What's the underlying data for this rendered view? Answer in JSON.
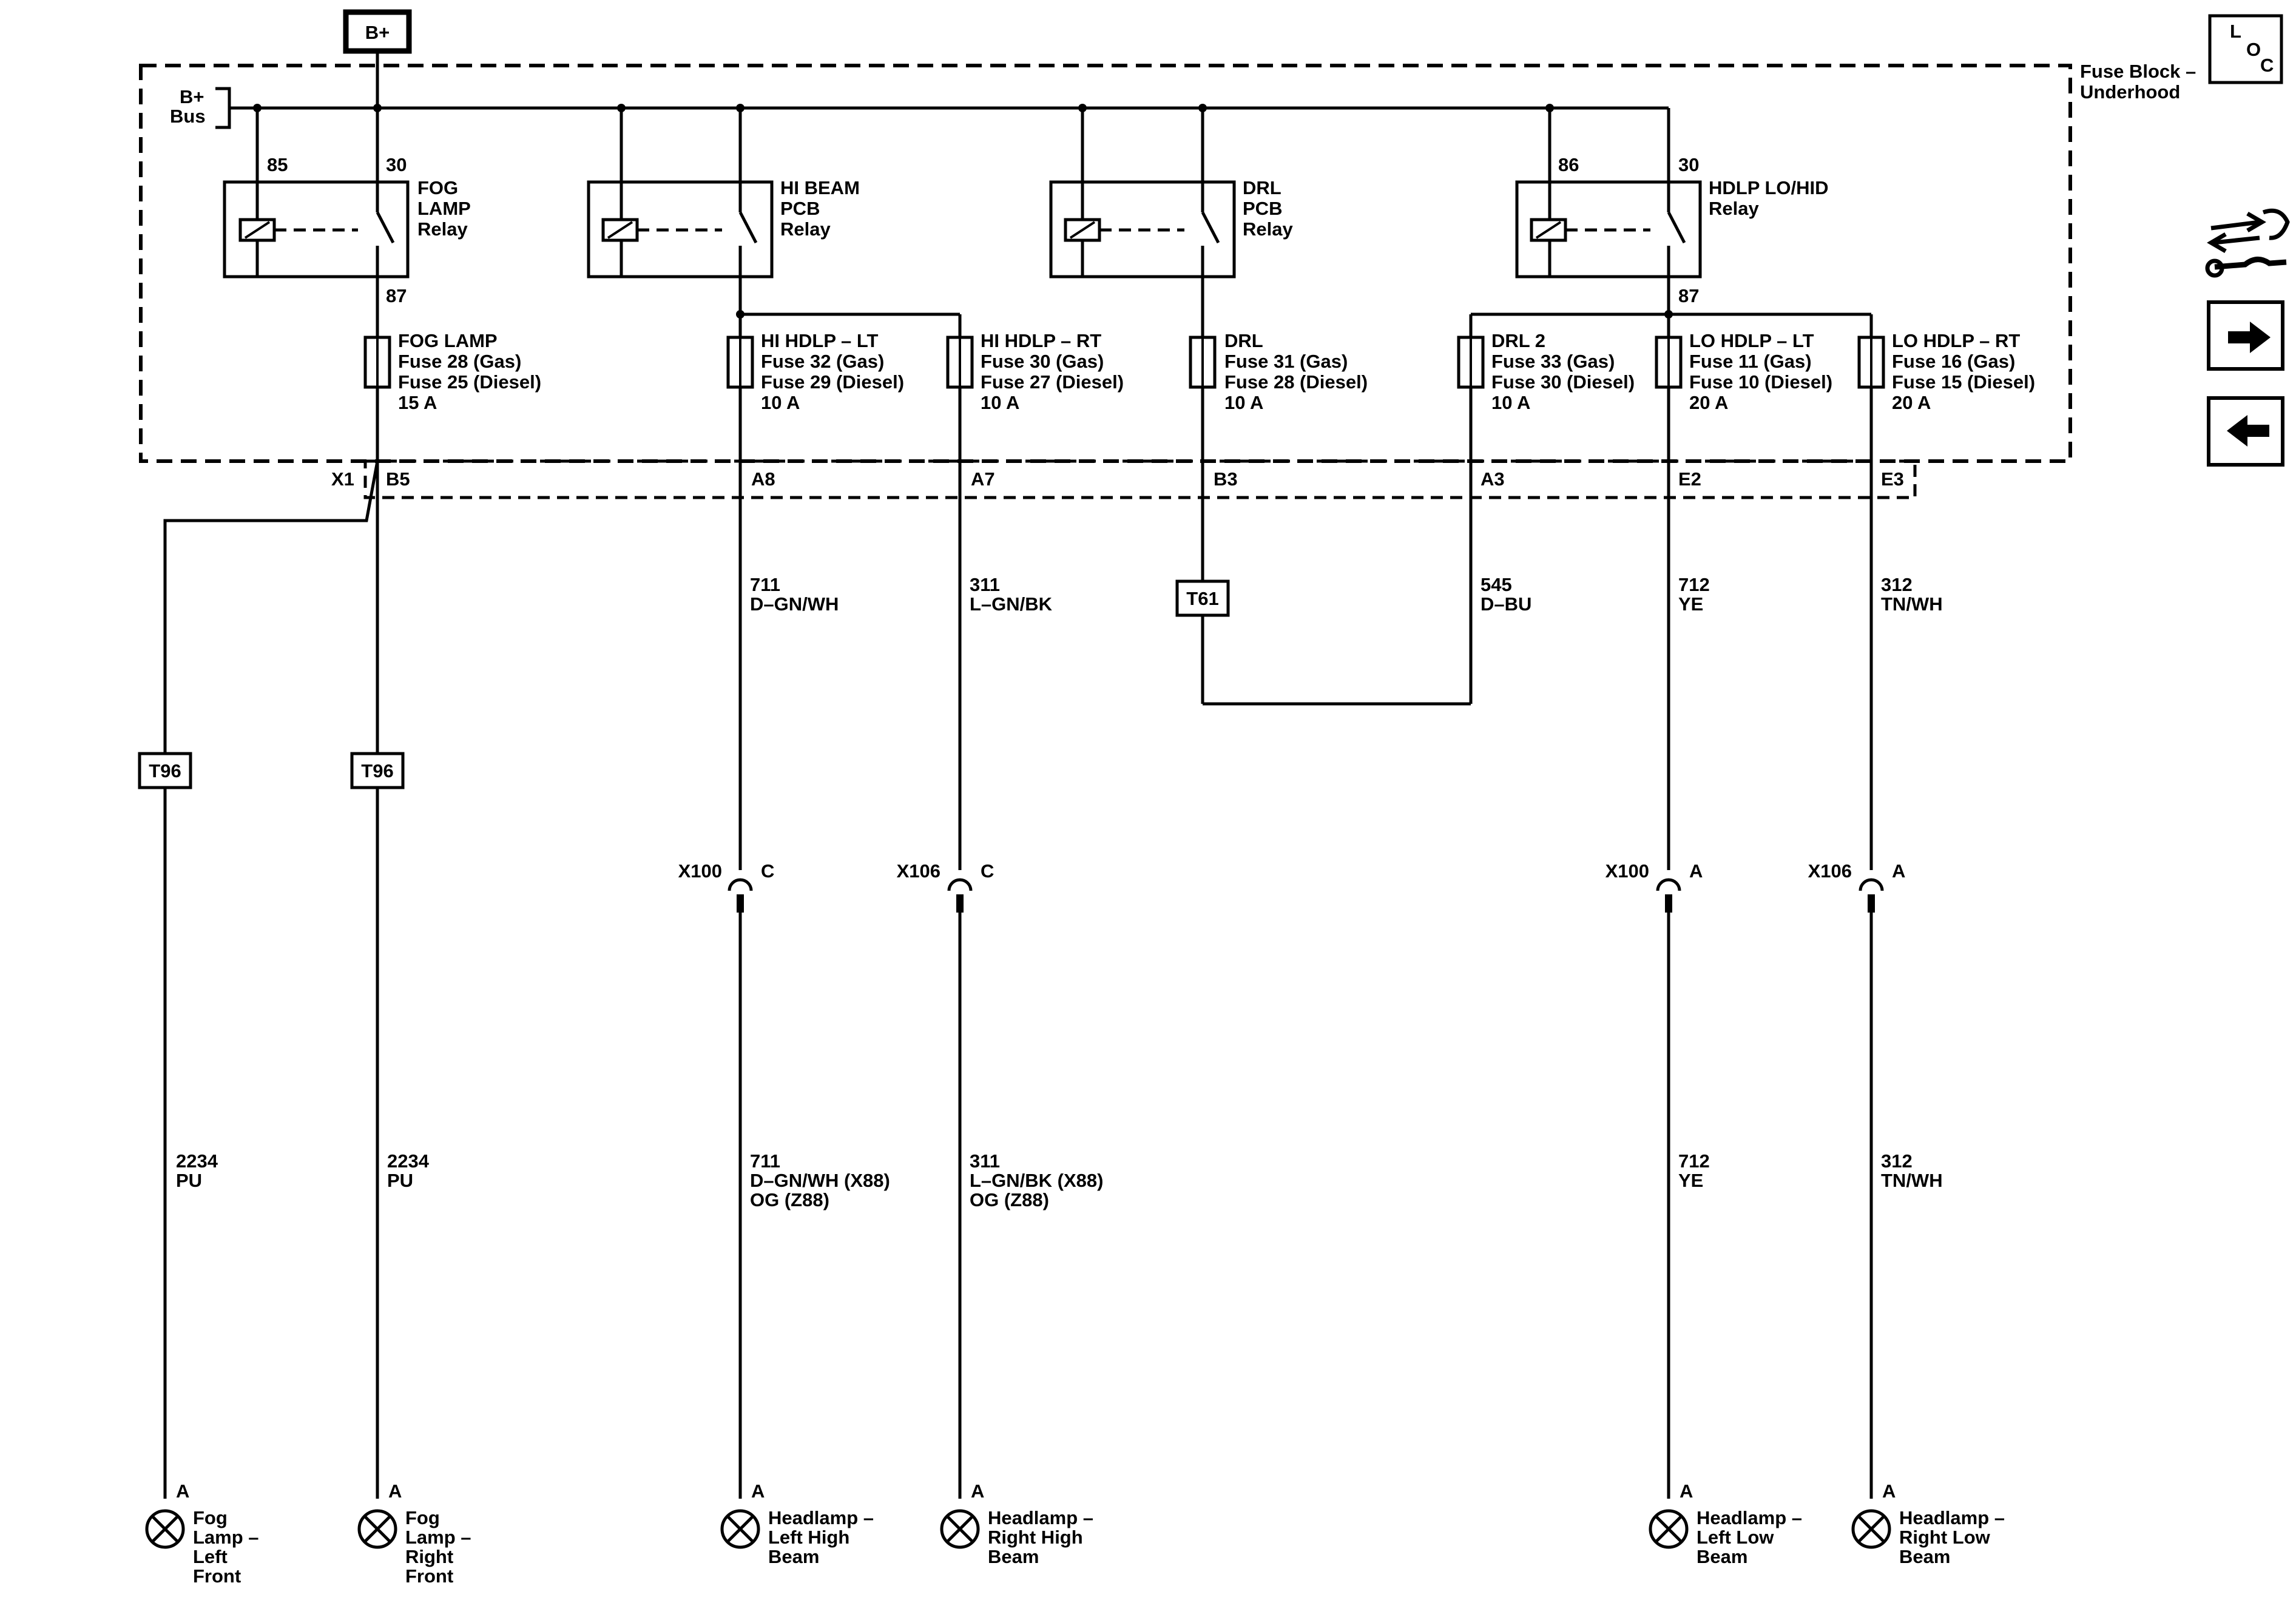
{
  "b_plus": "B+",
  "loc": {
    "l": "L",
    "o": "O",
    "c": "C"
  },
  "fuse_block": {
    "line1": "Fuse Block –",
    "line2": "Underhood"
  },
  "bus": {
    "line1": "B+",
    "line2": "Bus"
  },
  "relays": [
    {
      "pin_coil": "85",
      "pin_switch": "30",
      "pin_out": "87",
      "name": [
        "FOG",
        "LAMP",
        "Relay"
      ]
    },
    {
      "name": [
        "HI BEAM",
        "PCB",
        "Relay"
      ]
    },
    {
      "name": [
        "DRL",
        "PCB",
        "Relay"
      ]
    },
    {
      "pin_coil": "86",
      "pin_switch": "30",
      "pin_out": "87",
      "name": [
        "HDLP LO/HID",
        "Relay"
      ]
    }
  ],
  "fuses": [
    [
      "FOG LAMP",
      "Fuse 28 (Gas)",
      "Fuse 25 (Diesel)",
      "15 A"
    ],
    [
      "HI HDLP – LT",
      "Fuse 32 (Gas)",
      "Fuse 29 (Diesel)",
      "10 A"
    ],
    [
      "HI HDLP – RT",
      "Fuse 30 (Gas)",
      "Fuse 27 (Diesel)",
      "10 A"
    ],
    [
      "DRL",
      "Fuse 31 (Gas)",
      "Fuse 28 (Diesel)",
      "10 A"
    ],
    [
      "DRL 2",
      "Fuse 33 (Gas)",
      "Fuse 30 (Diesel)",
      "10 A"
    ],
    [
      "LO HDLP – LT",
      "Fuse 11 (Gas)",
      "Fuse 10 (Diesel)",
      "20 A"
    ],
    [
      "LO HDLP – RT",
      "Fuse 16 (Gas)",
      "Fuse 15 (Diesel)",
      "20 A"
    ]
  ],
  "connector": {
    "name": "X1",
    "pins": [
      "B5",
      "A8",
      "A7",
      "B3",
      "A3",
      "E2",
      "E3"
    ]
  },
  "splices": {
    "t96": "T96",
    "t61": "T61"
  },
  "wires_upper": [
    [
      "711",
      "D–GN/WH"
    ],
    [
      "311",
      "L–GN/BK"
    ],
    [
      "545",
      "D–BU"
    ],
    [
      "712",
      "YE"
    ],
    [
      "312",
      "TN/WH"
    ]
  ],
  "inline_connectors": [
    {
      "name": "X100",
      "pin": "C"
    },
    {
      "name": "X106",
      "pin": "C"
    },
    {
      "name": "X100",
      "pin": "A"
    },
    {
      "name": "X106",
      "pin": "A"
    }
  ],
  "wires_lower": [
    [
      "2234",
      "PU"
    ],
    [
      "2234",
      "PU"
    ],
    [
      "711",
      "D–GN/WH (X88)",
      "OG (Z88)"
    ],
    [
      "311",
      "L–GN/BK (X88)",
      "OG (Z88)"
    ],
    [
      "712",
      "YE"
    ],
    [
      "312",
      "TN/WH"
    ]
  ],
  "lamps": [
    {
      "pin": "A",
      "label": [
        "Fog",
        "Lamp –",
        "Left",
        "Front"
      ]
    },
    {
      "pin": "A",
      "label": [
        "Fog",
        "Lamp –",
        "Right",
        "Front"
      ]
    },
    {
      "pin": "A",
      "label": [
        "Headlamp –",
        "Left High",
        "Beam"
      ]
    },
    {
      "pin": "A",
      "label": [
        "Headlamp –",
        "Right High",
        "Beam"
      ]
    },
    {
      "pin": "A",
      "label": [
        "Headlamp –",
        "Left Low",
        "Beam"
      ]
    },
    {
      "pin": "A",
      "label": [
        "Headlamp –",
        "Right Low",
        "Beam"
      ]
    }
  ]
}
